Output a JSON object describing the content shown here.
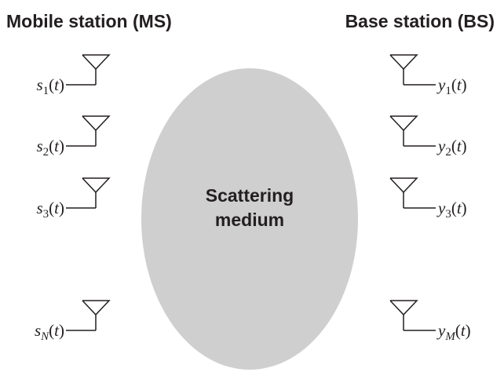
{
  "mobile_station": {
    "title": "Mobile station (MS)",
    "antennas": [
      {
        "name": "s",
        "sub": "1",
        "arg": "(t)"
      },
      {
        "name": "s",
        "sub": "2",
        "arg": "(t)"
      },
      {
        "name": "s",
        "sub": "3",
        "arg": "(t)"
      },
      {
        "name": "s",
        "sub": "N",
        "arg": "(t)"
      }
    ]
  },
  "base_station": {
    "title": "Base station (BS)",
    "antennas": [
      {
        "name": "y",
        "sub": "1",
        "arg": "(t)"
      },
      {
        "name": "y",
        "sub": "2",
        "arg": "(t)"
      },
      {
        "name": "y",
        "sub": "3",
        "arg": "(t)"
      },
      {
        "name": "y",
        "sub": "M",
        "arg": "(t)"
      }
    ]
  },
  "medium": {
    "line1": "Scattering",
    "line2": "medium",
    "fill": "#cfcfcf"
  },
  "colors": {
    "ink": "#231f20"
  }
}
